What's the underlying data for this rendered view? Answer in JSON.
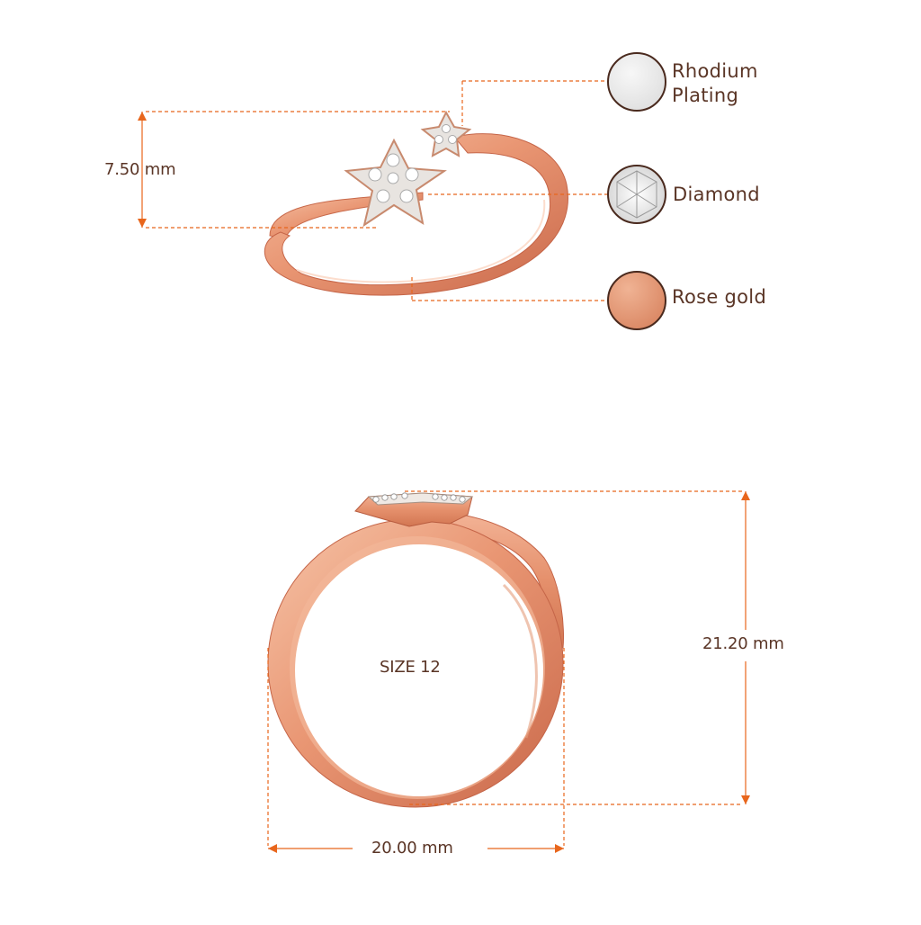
{
  "materials": [
    {
      "label_line1": "Rhodium",
      "label_line2": "Plating",
      "swatch_color": "#ececec"
    },
    {
      "label_line1": "Diamond",
      "label_line2": "",
      "swatch_color": "#f4f4f4"
    },
    {
      "label_line1": "Rose gold",
      "label_line2": "",
      "swatch_color": "#e59c7b"
    }
  ],
  "dimensions": {
    "top_height": "7.50 mm",
    "total_height": "21.20 mm",
    "width": "20.00 mm",
    "size": "SIZE 12"
  },
  "colors": {
    "dimension_line": "#e8661c",
    "text": "#5a3526",
    "rose_gold": "#e89a78",
    "rose_gold_dark": "#c86a47",
    "swatch_border": "#4a2a1e"
  }
}
